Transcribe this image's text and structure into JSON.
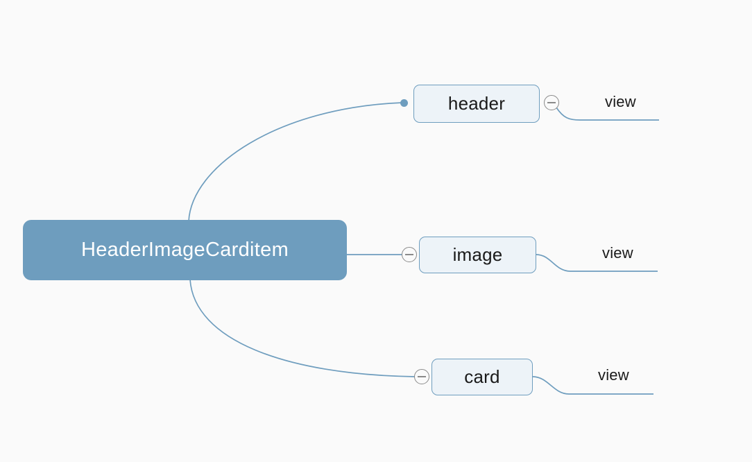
{
  "diagram": {
    "type": "mindmap",
    "background_color": "#FAFAFA",
    "accent_color": "#6E9DBE",
    "node_fill_color": "#EDF3F8",
    "toggle_color": "#8A8A8A",
    "root": {
      "label": "HeaderImageCarditem",
      "text_color": "#FFFFFF",
      "fill_color": "#6E9DBE"
    },
    "branches": [
      {
        "label": "header",
        "collapse_toggle": "minus",
        "toggle_side": "right",
        "has_branch_dot": true,
        "leaf": {
          "label": "view"
        }
      },
      {
        "label": "image",
        "collapse_toggle": "minus",
        "toggle_side": "left",
        "has_branch_dot": false,
        "leaf": {
          "label": "view"
        }
      },
      {
        "label": "card",
        "collapse_toggle": "minus",
        "toggle_side": "left",
        "has_branch_dot": false,
        "leaf": {
          "label": "view"
        }
      }
    ]
  }
}
